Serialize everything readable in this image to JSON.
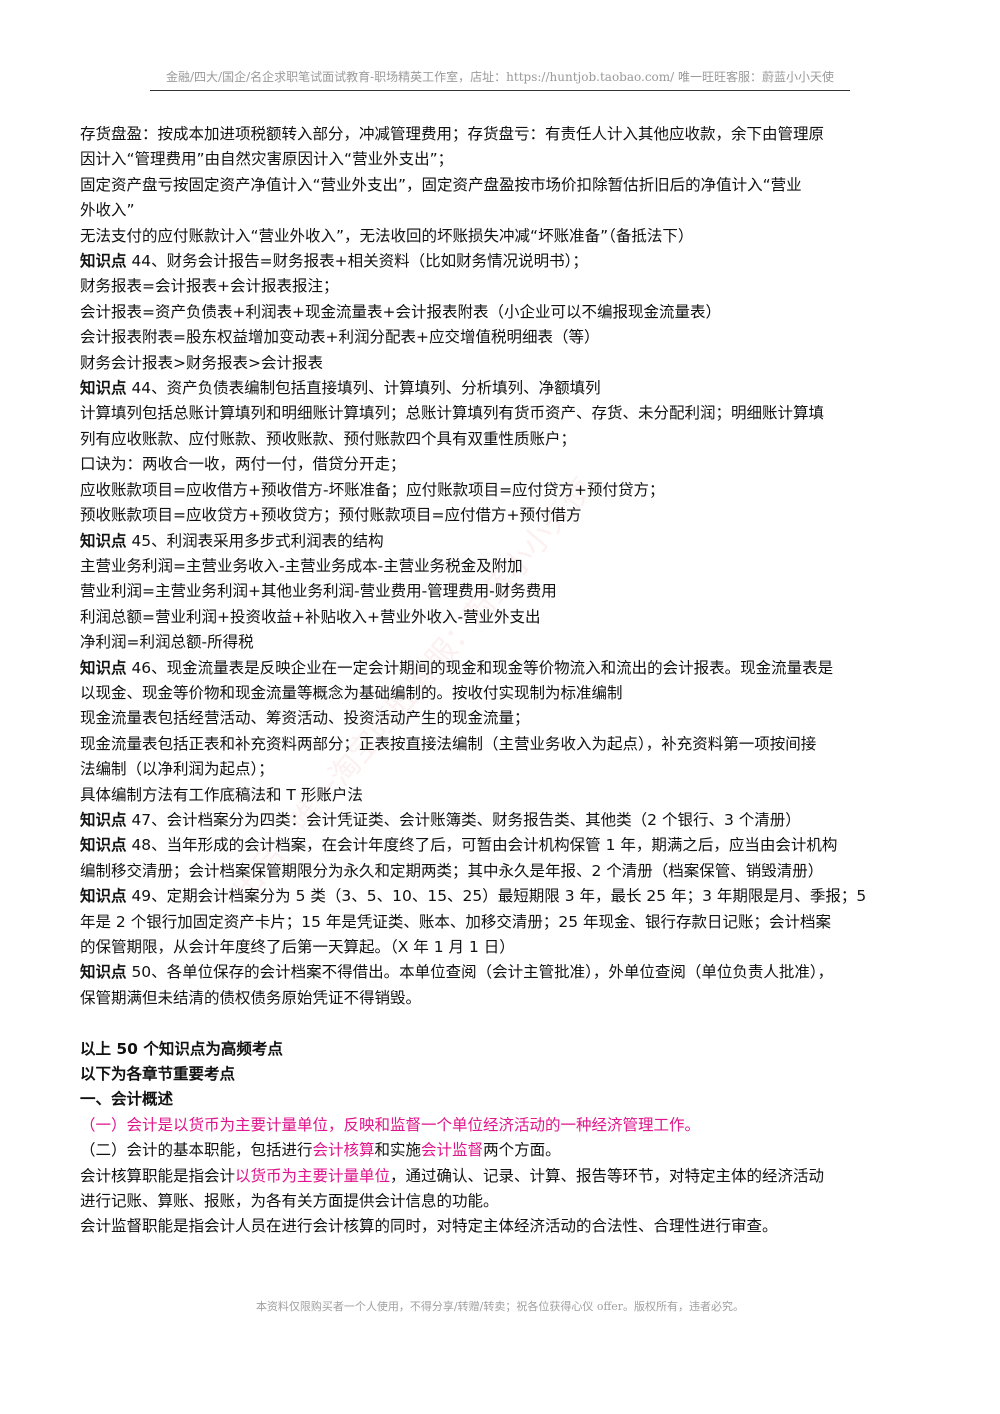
{
  "header": {
    "text": "金融/四大/国企/名企求职笔试面试教育-职场精英工作室，店址：https://huntjob.taobao.com/  唯一旺旺客服：蔚蓝小小天使"
  },
  "lines": [
    {
      "text": "存货盘盈：按成本加进项税额转入部分，冲减管理费用；存货盘亏：有责任人计入其他应收款，余下由管理原"
    },
    {
      "text": "因计入“管理费用”由自然灾害原因计入“营业外支出”；"
    },
    {
      "text": "固定资产盘亏按固定资产净值计入“营业外支出”，固定资产盘盈按市场价扣除暂估折旧后的净值计入“营业"
    },
    {
      "text": "外收入”"
    },
    {
      "text": "无法支付的应付账款计入“营业外收入”，无法收回的坏账损失冲减“坏账准备”（备抵法下）"
    },
    {
      "prefix": "知识点",
      "text": " 44、财务会计报告=财务报表+相关资料（比如财务情况说明书）；"
    },
    {
      "text": "财务报表=会计报表+会计报表报注；"
    },
    {
      "text": "会计报表=资产负债表+利润表+现金流量表+会计报表附表（小企业可以不编报现金流量表）"
    },
    {
      "text": "会计报表附表=股东权益增加变动表+利润分配表+应交增值税明细表（等）"
    },
    {
      "text": "财务会计报表>财务报表>会计报表"
    },
    {
      "prefix": "知识点",
      "text": " 44、资产负债表编制包括直接填列、计算填列、分析填列、净额填列"
    },
    {
      "text": "计算填列包括总账计算填列和明细账计算填列；总账计算填列有货币资产、存货、未分配利润；明细账计算填"
    },
    {
      "text": "列有应收账款、应付账款、预收账款、预付账款四个具有双重性质账户；"
    },
    {
      "text": "口诀为：两收合一收，两付一付，借贷分开走；"
    },
    {
      "text": "应收账款项目=应收借方+预收借方-坏账准备；应付账款项目=应付贷方+预付贷方；"
    },
    {
      "text": "预收账款项目=应收贷方+预收贷方；预付账款项目=应付借方+预付借方"
    },
    {
      "prefix": "知识点",
      "text": " 45、利润表采用多步式利润表的结构"
    },
    {
      "text": "主营业务利润=主营业务收入-主营业务成本-主营业务税金及附加"
    },
    {
      "text": "营业利润=主营业务利润+其他业务利润-营业费用-管理费用-财务费用"
    },
    {
      "text": "利润总额=营业利润+投资收益+补贴收入+营业外收入-营业外支出"
    },
    {
      "text": "净利润=利润总额-所得税"
    },
    {
      "prefix": "知识点",
      "text": " 46、现金流量表是反映企业在一定会计期间的现金和现金等价物流入和流出的会计报表。现金流量表是"
    },
    {
      "text": "以现金、现金等价物和现金流量等概念为基础编制的。按收付实现制为标准编制"
    },
    {
      "text": "现金流量表包括经营活动、筹资活动、投资活动产生的现金流量；"
    },
    {
      "text": "现金流量表包括正表和补充资料两部分；正表按直接法编制（主营业务收入为起点），补充资料第一项按间接"
    },
    {
      "text": "法编制（以净利润为起点）；"
    },
    {
      "text": "具体编制方法有工作底稿法和 T 形账户法"
    },
    {
      "prefix": "知识点",
      "text": " 47、会计档案分为四类：会计凭证类、会计账簿类、财务报告类、其他类（2 个银行、3 个清册）"
    },
    {
      "prefix": "知识点",
      "text": " 48、当年形成的会计档案，在会计年度终了后，可暂由会计机构保管 1 年，期满之后，应当由会计机构"
    },
    {
      "text": "编制移交清册；会计档案保管期限分为永久和定期两类；其中永久是年报、2 个清册（档案保管、销毁清册）"
    },
    {
      "prefix": "知识点",
      "text": " 49、定期会计档案分为 5 类（3、5、10、15、25）最短期限 3 年，最长 25 年；3 年期限是月、季报；5"
    },
    {
      "text": "年是 2 个银行加固定资产卡片；15 年是凭证类、账本、加移交清册；25 年现金、银行存款日记账；会计档案"
    },
    {
      "text": "的保管期限，从会计年度终了后第一天算起。（X 年 1 月 1 日）"
    },
    {
      "prefix": "知识点",
      "text": " 50、各单位保存的会计档案不得借出。本单位查阅（会计主管批准），外单位查阅（单位负责人批准），"
    },
    {
      "text": "保管期满但未结清的债权债务原始凭证不得销毁。"
    }
  ],
  "headings": {
    "h1": "以上 50 个知识点为高频考点",
    "h2": "以下为各章节重要考点",
    "h3": "一、会计概述"
  },
  "section": {
    "p1": "（一）会计是以货币为主要计量单位，反映和监督一个单位经济活动的一种经济管理工作。",
    "p2_a": "（二）会计的基本职能，包括进行",
    "p2_b": "会计核算",
    "p2_c": "和实施",
    "p2_d": "会计监督",
    "p2_e": "两个方面。",
    "p3_a": "会计核算职能是指会计",
    "p3_b": "以货币为主要计量单位",
    "p3_c": "，通过确认、记录、计算、报告等环节，对特定主体的经济活动",
    "p4": "进行记账、算账、报账，为各有关方面提供会计信息的功能。",
    "p5": "会计监督职能是指会计人员在进行会计核算的同时，对特定主体经济活动的合法性、合理性进行审查。"
  },
  "footer": {
    "text": "本资料仅限购买者一个人使用，不得分享/转赠/转卖；祝各位获得心仪 offer。版权所有，违者必究。"
  },
  "watermark": {
    "text": "出品：唯一淘宝旺旺客服：蔚蓝小小天使"
  },
  "colors": {
    "highlight": "#e0148c",
    "text": "#111111",
    "header_footer": "#9a9a9a"
  }
}
